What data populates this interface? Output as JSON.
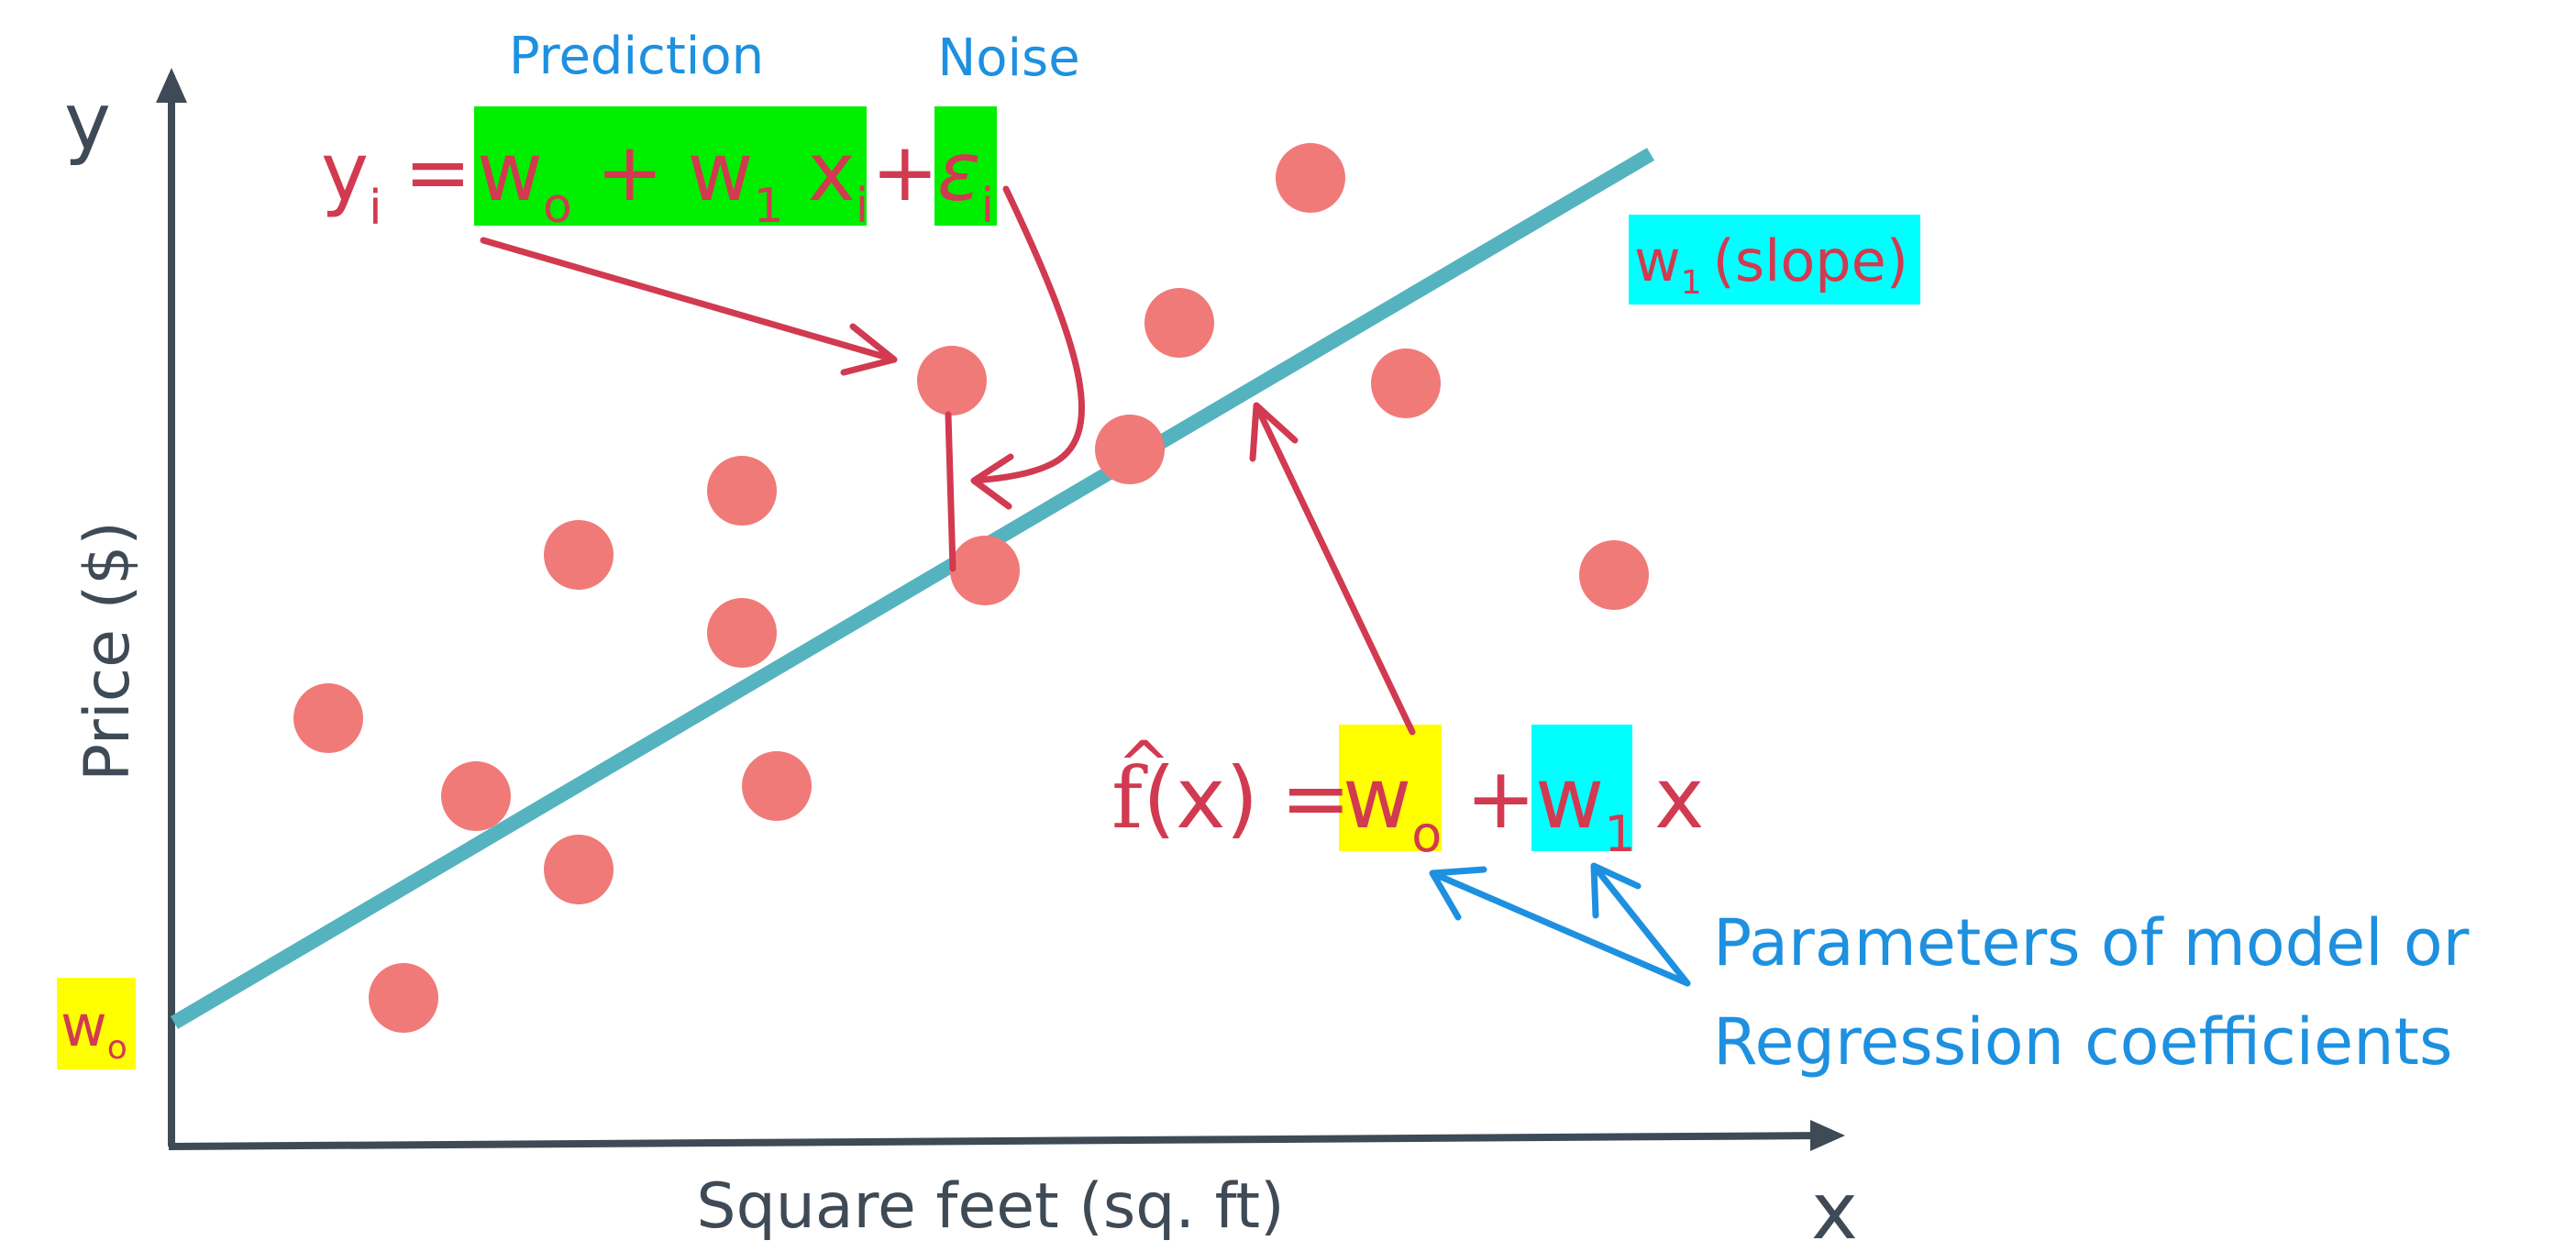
{
  "axes": {
    "y_letter": "y",
    "x_letter": "x",
    "x_label": "Square feet (sq. ft)",
    "y_label": "Price ($)"
  },
  "top_labels": {
    "prediction": "Prediction",
    "noise": "Noise"
  },
  "equation_top": {
    "y": "y",
    "y_sub": "i",
    "equals": "=",
    "w0": "w",
    "w0_sub": "o",
    "plus1": "+",
    "w1": "w",
    "w1_sub": "1",
    "x": "x",
    "x_sub": "i",
    "plus2": "+",
    "epsilon": "ε",
    "epsilon_sub": "i"
  },
  "slope_label": {
    "w": "w",
    "sub": "1",
    "text": "(slope)"
  },
  "intercept_label": {
    "w": "w",
    "sub": "o"
  },
  "equation_model": {
    "f": "f",
    "hat": "^",
    "arg": "(x)",
    "equals": "=",
    "w0": "w",
    "w0_sub": "o",
    "plus": "+",
    "w1": "w",
    "w1_sub": "1",
    "x": "x"
  },
  "params_text": {
    "line1": "Parameters of model or",
    "line2": "Regression coefficients"
  },
  "colors": {
    "point": "#F07A78",
    "line": "#55B3C0",
    "red_text": "#D13A50",
    "blue_text": "#1E90E0",
    "axis": "#3E4A55",
    "green_highlight": "#00EE00",
    "yellow_highlight": "#FFFF00",
    "cyan_highlight": "#00FFFF"
  }
}
